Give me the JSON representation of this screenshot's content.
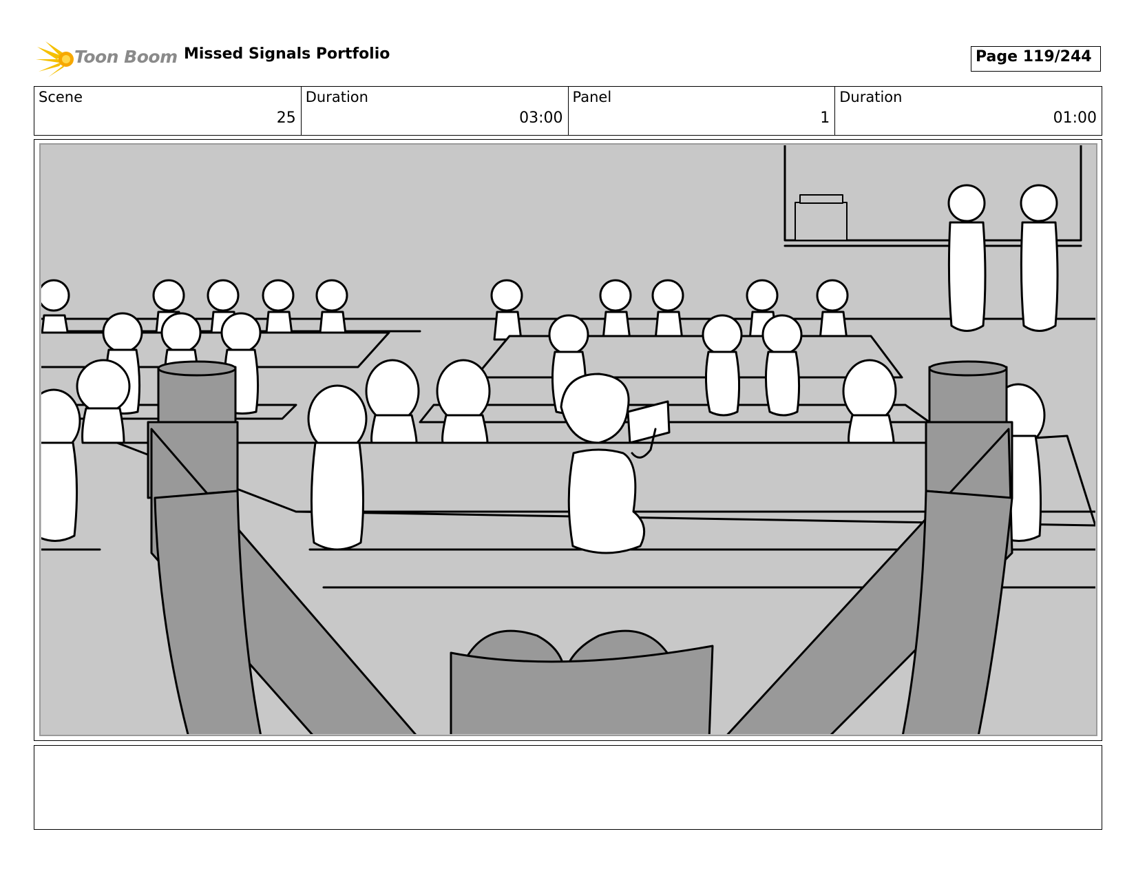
{
  "header": {
    "logo_text": "Toon Boom",
    "title": "Missed Signals Portfolio",
    "page": "Page 119/244"
  },
  "info": {
    "scene_label": "Scene",
    "scene_value": "25",
    "scene_duration_label": "Duration",
    "scene_duration_value": "03:00",
    "panel_label": "Panel",
    "panel_value": "1",
    "panel_duration_label": "Duration",
    "panel_duration_value": "01:00"
  },
  "notes": {
    "text": ""
  }
}
